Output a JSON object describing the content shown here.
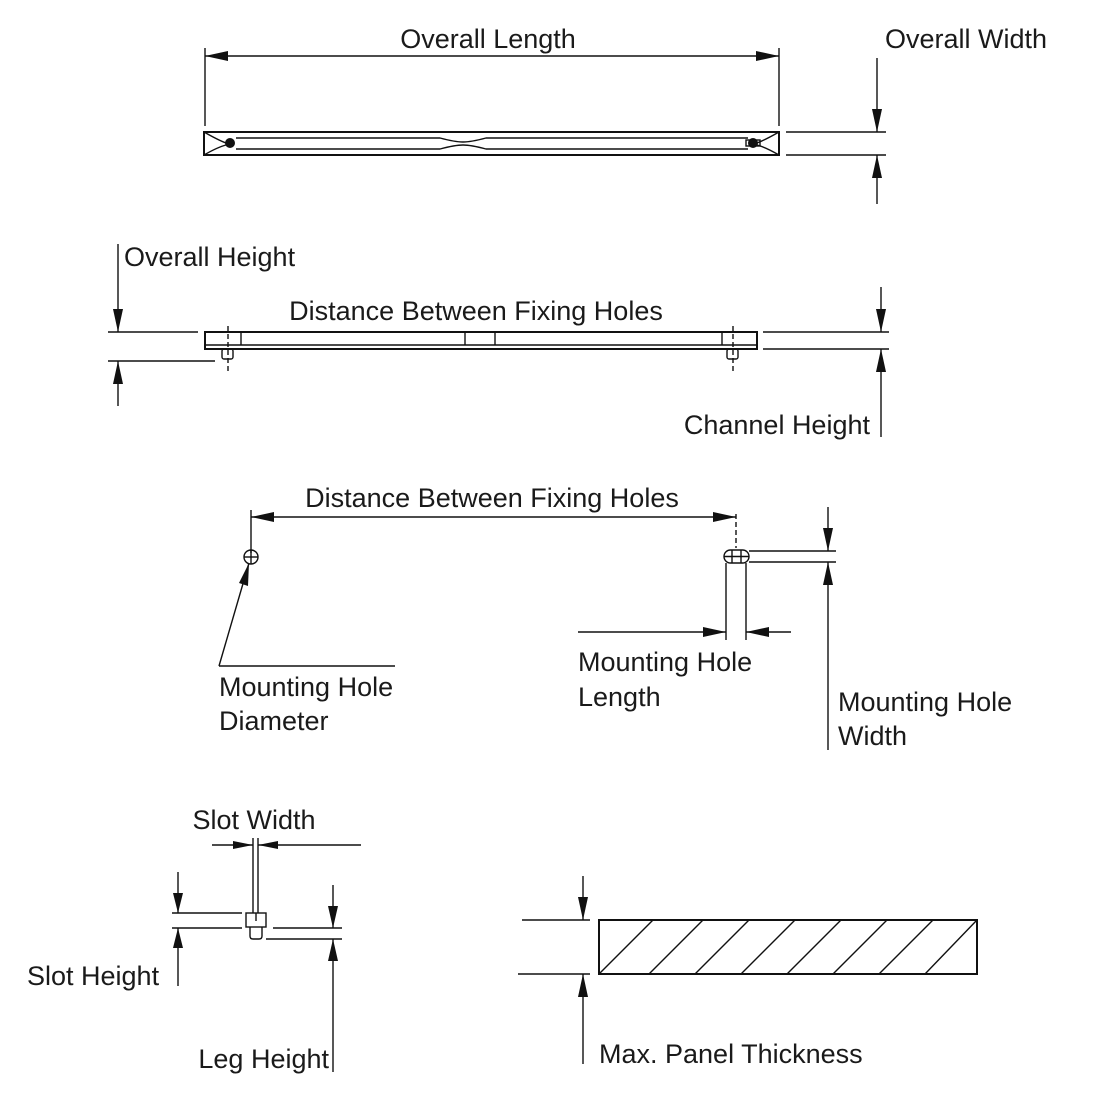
{
  "title": "Panel Channel Dimension Diagram",
  "views": {
    "top": {
      "labels": {
        "overall_length": "Overall Length",
        "overall_width": "Overall Width"
      }
    },
    "side": {
      "labels": {
        "overall_height": "Overall Height",
        "distance_between_fixing_holes": "Distance Between Fixing Holes",
        "channel_height": "Channel Height"
      }
    },
    "holes": {
      "labels": {
        "distance_between_fixing_holes": "Distance Between Fixing Holes",
        "mounting_hole_diameter_line1": "Mounting Hole",
        "mounting_hole_diameter_line2": "Diameter",
        "mounting_hole_length_line1": "Mounting Hole",
        "mounting_hole_length_line2": "Length",
        "mounting_hole_width_line1": "Mounting Hole",
        "mounting_hole_width_line2": "Width"
      }
    },
    "leg": {
      "labels": {
        "slot_width": "Slot Width",
        "slot_height": "Slot Height",
        "leg_height": "Leg Height"
      }
    },
    "panel": {
      "labels": {
        "max_panel_thickness": "Max. Panel Thickness"
      },
      "hatch_line_count": 8
    }
  },
  "colors": {
    "line": "#111111",
    "text": "#1a1a1a",
    "background": "#ffffff"
  }
}
